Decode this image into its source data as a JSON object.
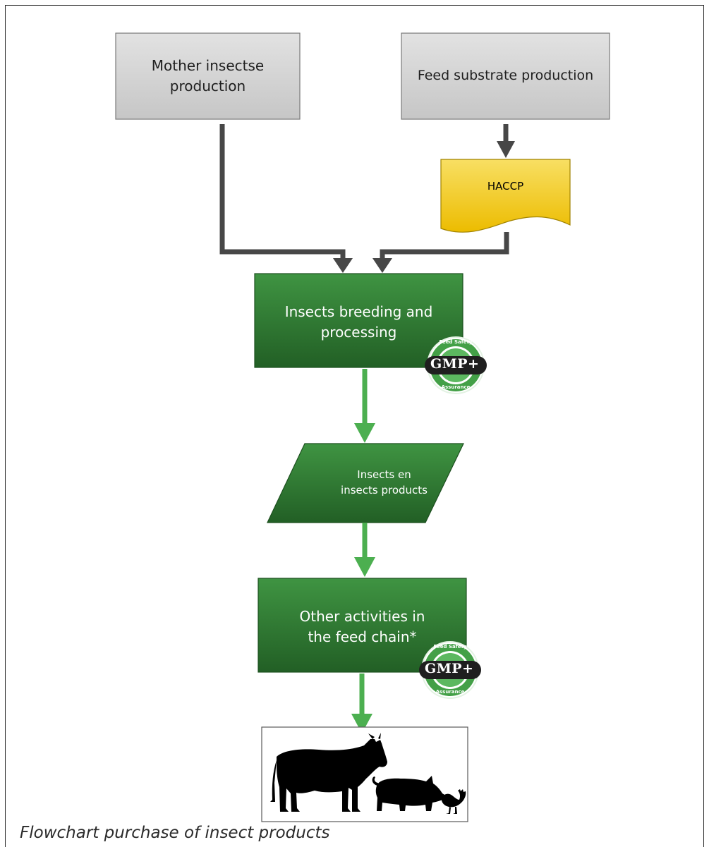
{
  "nodes": {
    "mother": "Mother insectse\nproduction",
    "feed_substrate": "Feed substrate production",
    "haccp": "HACCP",
    "breeding": "Insects breeding and\nprocessing",
    "products": "Insects en\ninsects products",
    "other": "Other activities in\nthe feed chain*"
  },
  "badges": {
    "gmp_label": "GMP+",
    "ring_top": "Feed Safety",
    "ring_bottom": "Assurance"
  },
  "caption": "Flowchart purchase of insect products",
  "colors": {
    "gray_box": "#d2d2d2",
    "green_box": "#2e7d32",
    "haccp_fill": "#f2c300",
    "dark_arrow": "#474747",
    "green_arrow": "#4caf50",
    "badge_green": "#43a047"
  }
}
